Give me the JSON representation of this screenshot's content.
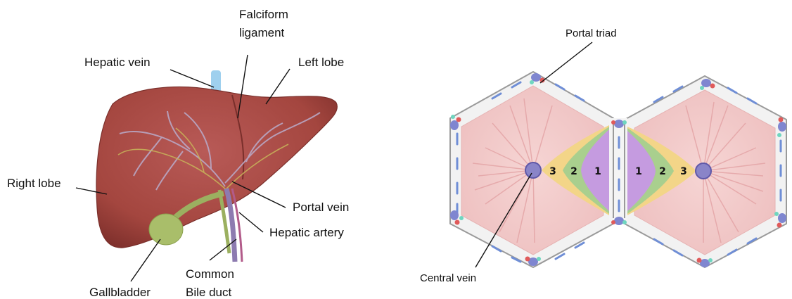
{
  "liver": {
    "labels": {
      "falciform_1": "Falciform",
      "falciform_2": "ligament",
      "hepatic_vein": "Hepatic vein",
      "left_lobe": "Left lobe",
      "right_lobe": "Right lobe",
      "portal_vein": "Portal vein",
      "hepatic_artery": "Hepatic artery",
      "gallbladder": "Gallbladder",
      "common_bile_1": "Common",
      "common_bile_2": "Bile duct"
    }
  },
  "lobule": {
    "labels": {
      "portal_triad": "Portal triad",
      "central_vein": "Central vein"
    },
    "zones": [
      "1",
      "2",
      "3"
    ]
  },
  "colors": {
    "liver": "#b0504e",
    "liver_dark": "#8c3835",
    "gallbladder": "#a9be6a",
    "vein_blue": "#8fc6e8",
    "lobule_fill": "#f3c9c9",
    "zone1": "#c59be0",
    "zone2": "#a9cf8e",
    "zone3": "#f3d588",
    "central_vein": "#8a84c8"
  }
}
